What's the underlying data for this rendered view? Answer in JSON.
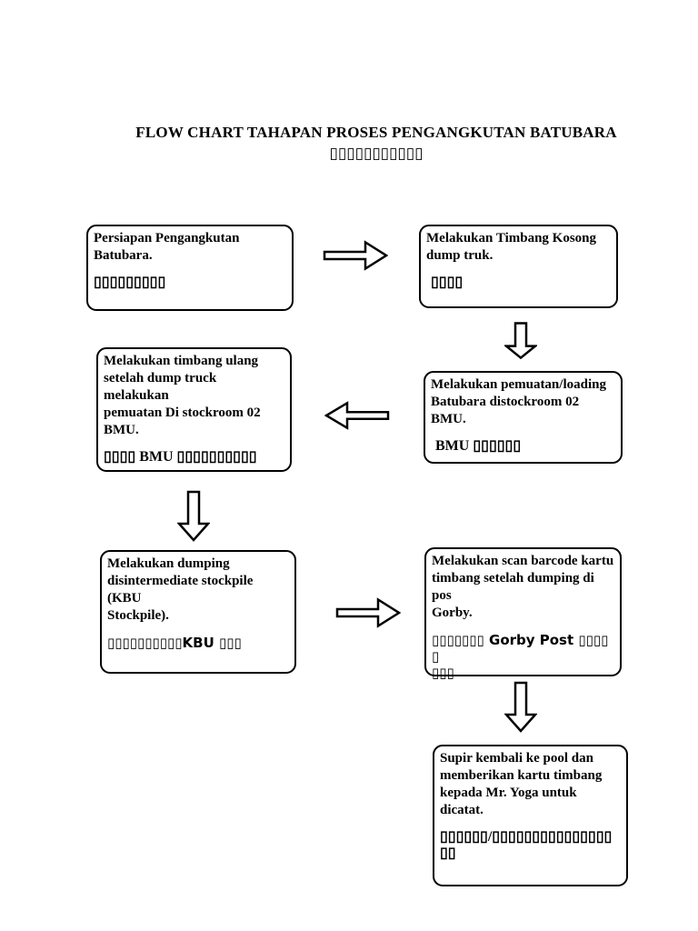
{
  "page": {
    "title": "FLOW CHART TAHAPAN PROSES PENGANGKUTAN BATUBARA",
    "subtitle_cjk": "▯▯▯▯▯▯▯▯▯▯▯"
  },
  "flowchart": {
    "boxes": [
      {
        "id": "persiapan",
        "text": "Persiapan Pengangkutan\nBatubara.",
        "cjk": "▯▯▯▯▯▯▯▯▯"
      },
      {
        "id": "timbang-kosong",
        "text": "Melakukan Timbang Kosong\ndump truk.",
        "cjk": "▯▯▯▯"
      },
      {
        "id": "pemuatan-loading",
        "text": "Melakukan pemuatan/loading\nBatubara distockroom 02 BMU.",
        "cjk": "BMU ▯▯▯▯▯▯"
      },
      {
        "id": "timbang-ulang",
        "text": "Melakukan timbang ulang\nsetelah dump truck melakukan\npemuatan Di stockroom 02 BMU.",
        "cjk": "▯▯▯▯ BMU ▯▯▯▯▯▯▯▯▯▯"
      },
      {
        "id": "dumping-stockpile",
        "text": "Melakukan dumping\ndisintermediate stockpile (KBU\nStockpile).",
        "cjk": "▯▯▯▯▯▯▯▯▯▯KBU ▯▯▯"
      },
      {
        "id": "scan-barcode",
        "text": "Melakukan scan barcode kartu\ntimbang setelah dumping di pos\nGorby.",
        "cjk": "▯▯▯▯▯▯▯ Gorby Post ▯▯▯▯▯\n▯▯▯"
      },
      {
        "id": "supir-kembali",
        "text": "Supir kembali ke pool dan\nmemberikan kartu timbang\nkepada Mr. Yoga untuk dicatat.",
        "cjk": "▯▯▯▯▯▯/▯▯▯▯▯▯▯▯▯▯▯▯▯▯▯\n▯▯"
      }
    ],
    "arrow_icons": [
      "arrow-right-icon",
      "arrow-down-icon",
      "arrow-left-icon",
      "arrow-down-icon",
      "arrow-right-icon",
      "arrow-down-icon"
    ]
  },
  "colors": {
    "ink": "#000000",
    "paper": "#ffffff"
  }
}
